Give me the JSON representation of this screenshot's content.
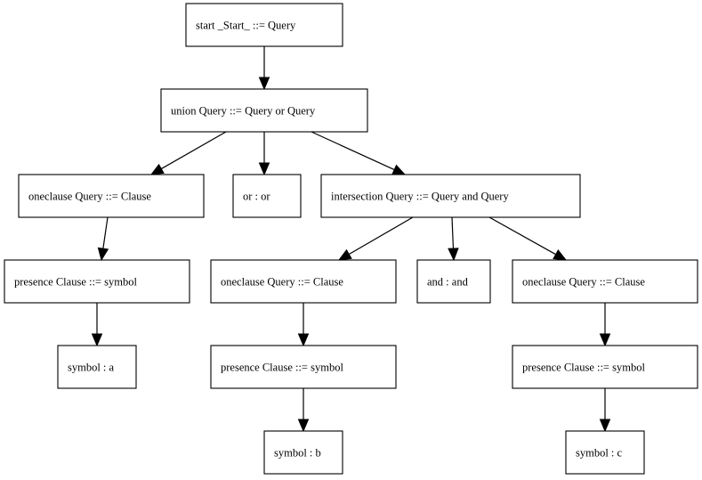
{
  "nodes": [
    {
      "id": "start",
      "label": "start _Start_ ::= Query"
    },
    {
      "id": "union",
      "label": "union Query ::= Query or Query"
    },
    {
      "id": "oneclause1",
      "label": "oneclause Query ::= Clause"
    },
    {
      "id": "or",
      "label": "or : or"
    },
    {
      "id": "intersection",
      "label": "intersection Query ::= Query and Query"
    },
    {
      "id": "presence1",
      "label": "presence Clause ::= symbol"
    },
    {
      "id": "oneclause2",
      "label": "oneclause Query ::= Clause"
    },
    {
      "id": "and",
      "label": "and : and"
    },
    {
      "id": "oneclause3",
      "label": "oneclause Query ::= Clause"
    },
    {
      "id": "symbol_a",
      "label": "symbol : a"
    },
    {
      "id": "presence2",
      "label": "presence Clause ::= symbol"
    },
    {
      "id": "presence3",
      "label": "presence Clause ::= symbol"
    },
    {
      "id": "symbol_b",
      "label": "symbol : b"
    },
    {
      "id": "symbol_c",
      "label": "symbol : c"
    }
  ],
  "edges": [
    {
      "from": "start",
      "to": "union"
    },
    {
      "from": "union",
      "to": "oneclause1"
    },
    {
      "from": "union",
      "to": "or"
    },
    {
      "from": "union",
      "to": "intersection"
    },
    {
      "from": "oneclause1",
      "to": "presence1"
    },
    {
      "from": "presence1",
      "to": "symbol_a"
    },
    {
      "from": "intersection",
      "to": "oneclause2"
    },
    {
      "from": "intersection",
      "to": "and"
    },
    {
      "from": "intersection",
      "to": "oneclause3"
    },
    {
      "from": "oneclause2",
      "to": "presence2"
    },
    {
      "from": "presence2",
      "to": "symbol_b"
    },
    {
      "from": "oneclause3",
      "to": "presence3"
    },
    {
      "from": "presence3",
      "to": "symbol_c"
    }
  ]
}
